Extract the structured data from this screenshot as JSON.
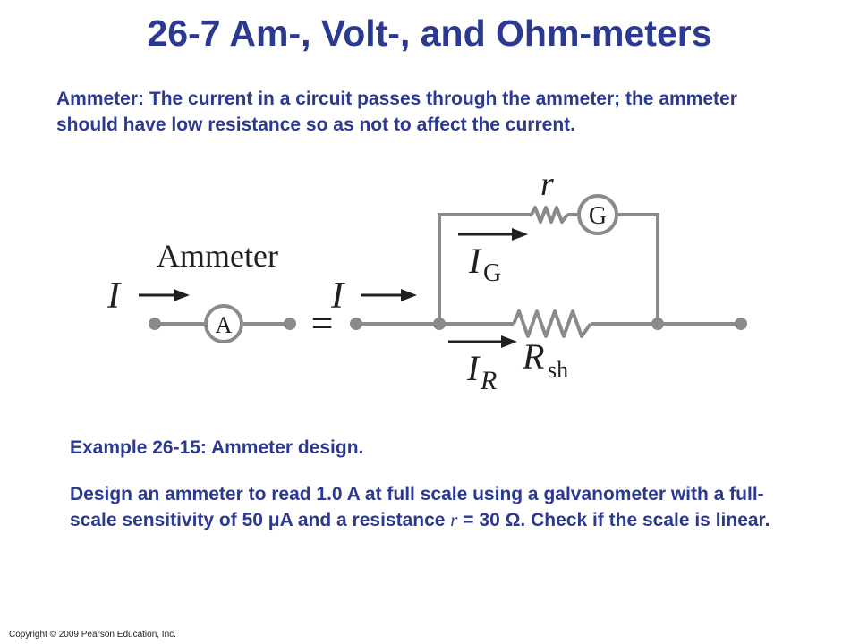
{
  "title": "26-7 Am-, Volt-, and Ohm-meters",
  "ammeter_description": "Ammeter: The current in a circuit passes through the ammeter; the ammeter should have low resistance so as not to affect the current.",
  "figure": {
    "caption_label": "Ammeter",
    "current_symbol": "I",
    "ammeter_symbol": "A",
    "galvanometer_symbol": "G",
    "equals_symbol": "=",
    "r_label": "r",
    "ig_main": "I",
    "ig_sub": "G",
    "ir_main": "I",
    "ir_sub": "R",
    "rsh_main": "R",
    "rsh_sub": "sh"
  },
  "example": {
    "title": "Example 26-15: Ammeter design.",
    "body_part1": "Design an ammeter to read 1.0 A at full scale using a galvanometer with a full-scale sensitivity of 50 μA and a resistance ",
    "body_r": "r",
    "body_part2": " = 30 Ω. Check if the scale is linear."
  },
  "footer": {
    "copyright": "Copyright © 2009 Pearson Education, Inc."
  },
  "colors": {
    "heading": "#2b3990",
    "wire": "#8a8a8a",
    "ink": "#231f20"
  }
}
